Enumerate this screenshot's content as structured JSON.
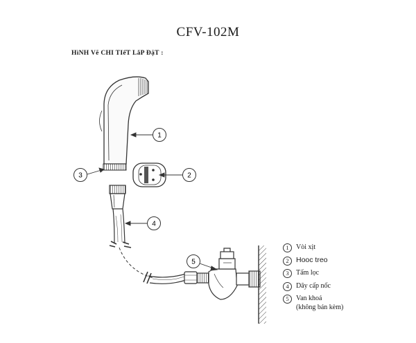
{
  "header": {
    "title": "CFV-102M",
    "subtitle": "HìNH Vẽ CHI TIếT LắP ĐặT :"
  },
  "callouts": [
    "1",
    "2",
    "3",
    "4",
    "5"
  ],
  "legend": {
    "items": [
      {
        "num": "1",
        "text": "Vòi xịt"
      },
      {
        "num": "2",
        "text": "Hooc treo"
      },
      {
        "num": "3",
        "text": "Tấm lọc"
      },
      {
        "num": "4",
        "text": "Dây cấp nốc"
      },
      {
        "num": "5",
        "text": "Van khoá",
        "note": "(không bán kèm)"
      }
    ]
  }
}
